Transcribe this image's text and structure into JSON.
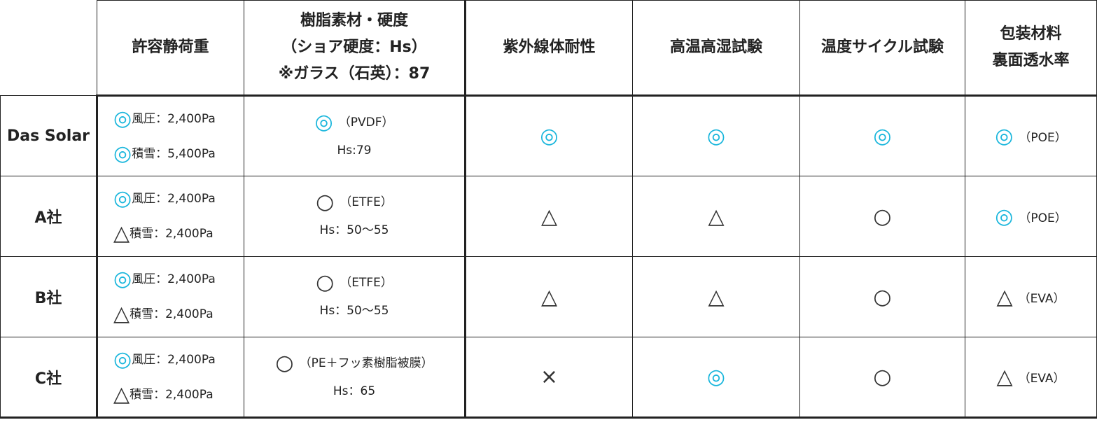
{
  "header": {
    "col1": "許容静荷重",
    "col2_line1": "樹脂素材・硬度",
    "col2_line2": "（ショア硬度：Hs）",
    "col2_line3": "※ガラス（石英）：87",
    "col3": "紫外線体耐性",
    "col4": "高温高湿試験",
    "col5": "温度サイクル試験",
    "col6_line1": "包装材料",
    "col6_line2": "裏面透水率"
  },
  "rows": [
    {
      "name": "Das Solar",
      "wind_symbol": "◎",
      "wind_text": "風圧：2,400Pa",
      "snow_symbol": "◎",
      "snow_text": "積雪：5,400Pa",
      "resin_symbol": "◎",
      "resin_text": "（PVDF）",
      "resin_hs": "Hs:79",
      "uv": "◎",
      "heat": "◎",
      "cycle": "◎",
      "pack_symbol": "◎",
      "pack_text": "（POE）"
    },
    {
      "name": "A社",
      "wind_symbol": "◎",
      "wind_text": "風圧：2,400Pa",
      "snow_symbol": "△",
      "snow_text": "積雪：2,400Pa",
      "resin_symbol": "○",
      "resin_text": "（ETFE）",
      "resin_hs": "Hs：50〜55",
      "uv": "△",
      "heat": "△",
      "cycle": "○",
      "pack_symbol": "◎",
      "pack_text": "（POE）"
    },
    {
      "name": "B社",
      "wind_symbol": "◎",
      "wind_text": "風圧：2,400Pa",
      "snow_symbol": "△",
      "snow_text": "積雪：2,400Pa",
      "resin_symbol": "○",
      "resin_text": "（ETFE）",
      "resin_hs": "Hs：50〜55",
      "uv": "△",
      "heat": "△",
      "cycle": "○",
      "pack_symbol": "△",
      "pack_text": "（EVA）"
    },
    {
      "name": "C社",
      "wind_symbol": "◎",
      "wind_text": "風圧：2,400Pa",
      "snow_symbol": "△",
      "snow_text": "積雪：2,400Pa",
      "resin_symbol": "○",
      "resin_text": "（PE＋フッ素樹脂被膜）",
      "resin_hs": "Hs：65",
      "uv": "×",
      "heat": "◎",
      "cycle": "○",
      "pack_symbol": "△",
      "pack_text": "（EVA）"
    }
  ],
  "colors": {
    "excellent": "#19b6dc",
    "text": "#222222"
  }
}
